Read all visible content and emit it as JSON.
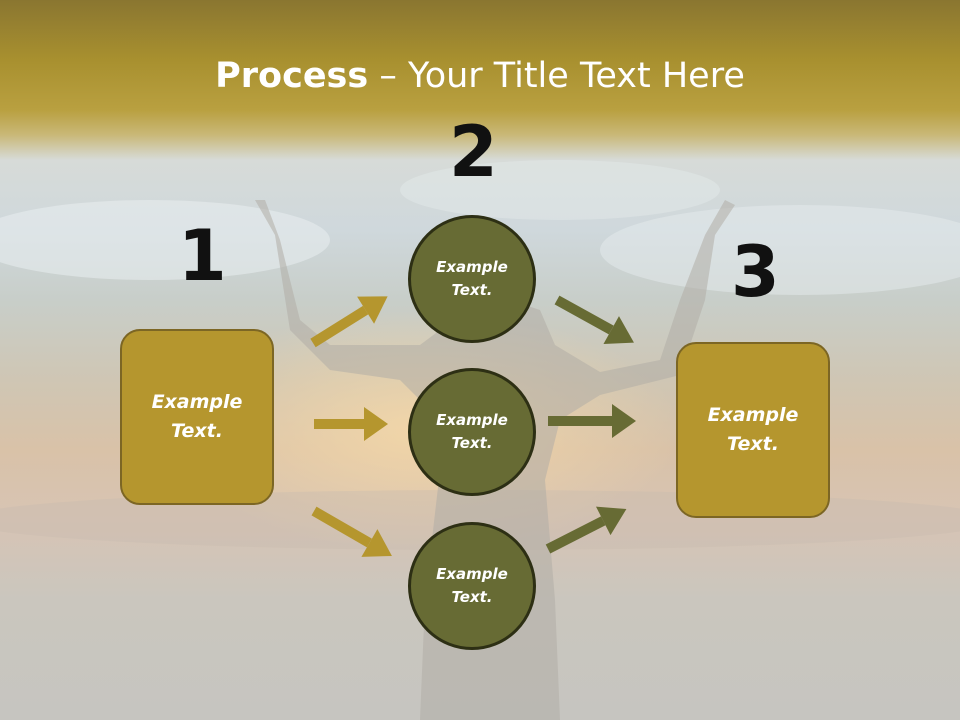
{
  "title": {
    "strong": "Process",
    "rest": " – Your Title Text Here"
  },
  "numbers": [
    "1",
    "2",
    "3"
  ],
  "left_box": {
    "line1": "Example",
    "line2": "Text."
  },
  "right_box": {
    "line1": "Example",
    "line2": "Text."
  },
  "circles": [
    {
      "line1": "Example",
      "line2": "Text."
    },
    {
      "line1": "Example",
      "line2": "Text."
    },
    {
      "line1": "Example",
      "line2": "Text."
    }
  ],
  "colors": {
    "box_fill": "#b5962e",
    "circle_fill": "#676b34",
    "arrow_gold": "#b5962e",
    "arrow_olive": "#676b34"
  }
}
